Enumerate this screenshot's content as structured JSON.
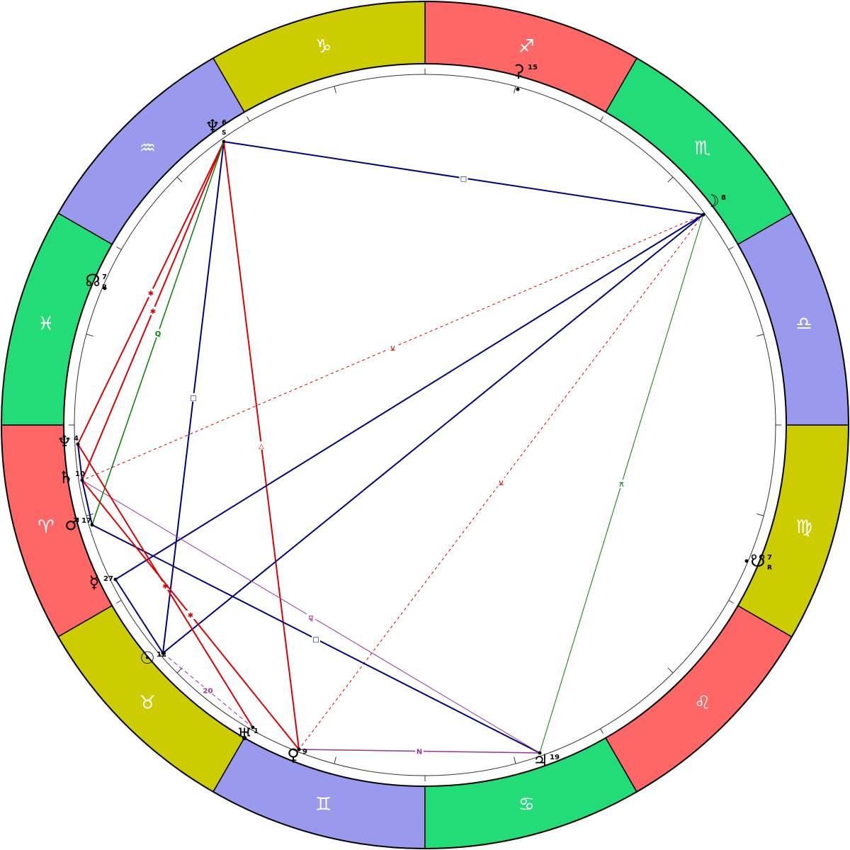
{
  "chart_title": "",
  "colors": {
    "fire": "#ff6666",
    "earth": "#cccc00",
    "air": "#9999ee",
    "water": "#22dd77",
    "square": "#000080",
    "trine_sextile_red": "#dd0000",
    "quintile_green": "#008000",
    "inconjunct_purple": "#993399"
  },
  "signs": [
    {
      "name": "Aries",
      "glyph": "♈",
      "element": "fire"
    },
    {
      "name": "Taurus",
      "glyph": "♉",
      "element": "earth"
    },
    {
      "name": "Gemini",
      "glyph": "♊",
      "element": "air"
    },
    {
      "name": "Cancer",
      "glyph": "♋",
      "element": "water"
    },
    {
      "name": "Leo",
      "glyph": "♌",
      "element": "fire"
    },
    {
      "name": "Virgo",
      "glyph": "♍",
      "element": "earth"
    },
    {
      "name": "Libra",
      "glyph": "♎",
      "element": "air"
    },
    {
      "name": "Scorpio",
      "glyph": "♏",
      "element": "water"
    },
    {
      "name": "Sagittarius",
      "glyph": "♐",
      "element": "fire"
    },
    {
      "name": "Capricorn",
      "glyph": "♑",
      "element": "earth"
    },
    {
      "name": "Aquarius",
      "glyph": "♒",
      "element": "air"
    },
    {
      "name": "Pisces",
      "glyph": "♓",
      "element": "water"
    }
  ],
  "bodies": [
    {
      "id": "neptune-top",
      "glyph": "♆",
      "degree": "6",
      "extra": "S"
    },
    {
      "id": "moon",
      "glyph": "☽",
      "degree": "8",
      "extra": ""
    },
    {
      "id": "ceres",
      "glyph": "⚳",
      "degree": "15",
      "extra": ""
    },
    {
      "id": "north-node",
      "glyph": "☊",
      "degree": "7",
      "extra": "R"
    },
    {
      "id": "south-node",
      "glyph": "☋",
      "degree": "7",
      "extra": "R"
    },
    {
      "id": "neptune",
      "glyph": "♆",
      "degree": "4",
      "extra": ""
    },
    {
      "id": "saturn",
      "glyph": "♄",
      "degree": "10",
      "extra": ""
    },
    {
      "id": "mars",
      "glyph": "♂",
      "degree": "17",
      "extra": ""
    },
    {
      "id": "mercury",
      "glyph": "☿",
      "degree": "27",
      "extra": ""
    },
    {
      "id": "sun",
      "glyph": "☉",
      "degree": "12",
      "extra": ""
    },
    {
      "id": "uranus",
      "glyph": "♅",
      "degree": "1",
      "extra": ""
    },
    {
      "id": "venus",
      "glyph": "♀",
      "degree": "9",
      "extra": ""
    },
    {
      "id": "jupiter",
      "glyph": "♃",
      "degree": "19",
      "extra": ""
    }
  ],
  "aspects": [
    {
      "from": "neptune-top",
      "to": "moon",
      "type": "square",
      "mark": "□"
    },
    {
      "from": "neptune-top",
      "to": "sun",
      "type": "square",
      "mark": "□"
    },
    {
      "from": "neptune-top",
      "to": "venus",
      "type": "trine",
      "mark": "△"
    },
    {
      "from": "neptune-top",
      "to": "neptune",
      "type": "sextile",
      "mark": "✱"
    },
    {
      "from": "neptune-top",
      "to": "saturn",
      "type": "sextile",
      "mark": "✱"
    },
    {
      "from": "neptune-top",
      "to": "mars",
      "type": "quintile",
      "mark": "Q"
    },
    {
      "from": "moon",
      "to": "saturn",
      "type": "semisextile",
      "mark": "⚺"
    },
    {
      "from": "moon",
      "to": "mercury",
      "type": "opposition",
      "mark": ""
    },
    {
      "from": "moon",
      "to": "sun",
      "type": "opposition",
      "mark": ""
    },
    {
      "from": "moon",
      "to": "venus",
      "type": "semisextile",
      "mark": "⚺"
    },
    {
      "from": "moon",
      "to": "jupiter",
      "type": "quincunx",
      "mark": "⚻"
    },
    {
      "from": "mars",
      "to": "jupiter",
      "type": "square",
      "mark": "□"
    },
    {
      "from": "saturn",
      "to": "jupiter",
      "type": "sesquiquadrate",
      "mark": "⚼"
    },
    {
      "from": "venus",
      "to": "jupiter",
      "type": "novile",
      "mark": "N"
    },
    {
      "from": "neptune",
      "to": "uranus",
      "type": "sextile",
      "mark": "✱"
    },
    {
      "from": "saturn",
      "to": "venus",
      "type": "sextile",
      "mark": "✱"
    },
    {
      "from": "neptune",
      "to": "saturn",
      "type": "conjunction",
      "mark": ""
    },
    {
      "from": "saturn",
      "to": "mars",
      "type": "conjunction",
      "mark": ""
    },
    {
      "from": "mercury",
      "to": "sun",
      "type": "conjunction",
      "mark": ""
    },
    {
      "from": "sun",
      "to": "uranus",
      "type": "vigintile",
      "mark": "20"
    }
  ]
}
